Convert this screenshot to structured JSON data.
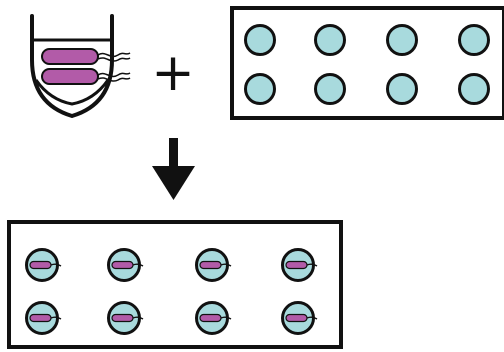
{
  "colors": {
    "stroke": "#111111",
    "bead_fill": "#a8dadd",
    "bacteria_fill": "#b25ba8",
    "background": "#ffffff"
  },
  "tube": {
    "icon": "test-tube-icon",
    "bacteria_count": 2
  },
  "operator": {
    "symbol": "+",
    "icon": "plus-icon"
  },
  "arrow": {
    "icon": "arrow-down-icon"
  },
  "input_plate": {
    "rows": 2,
    "cols": 4,
    "contents": "empty-bead"
  },
  "output_plate": {
    "rows": 2,
    "cols": 4,
    "contents": "bead-with-bacterium"
  }
}
